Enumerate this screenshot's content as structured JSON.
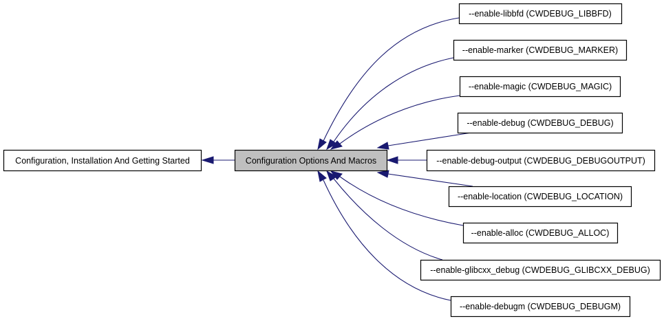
{
  "diagram": {
    "type": "collaboration-graph",
    "colors": {
      "edge": "#191970",
      "current_node_fill": "#bfbfbf",
      "node_fill": "#ffffff",
      "node_border": "#000000"
    },
    "nodes": [
      {
        "id": "parent",
        "label": "Configuration, Installation And Getting Started",
        "current": false
      },
      {
        "id": "current",
        "label": "Configuration Options And Macros",
        "current": true
      },
      {
        "id": "libbfd",
        "label": "--enable-libbfd (CWDEBUG_LIBBFD)",
        "current": false
      },
      {
        "id": "marker",
        "label": "--enable-marker (CWDEBUG_MARKER)",
        "current": false
      },
      {
        "id": "magic",
        "label": "--enable-magic (CWDEBUG_MAGIC)",
        "current": false
      },
      {
        "id": "debug",
        "label": "--enable-debug (CWDEBUG_DEBUG)",
        "current": false
      },
      {
        "id": "debug-output",
        "label": "--enable-debug-output (CWDEBUG_DEBUGOUTPUT)",
        "current": false
      },
      {
        "id": "location",
        "label": "--enable-location (CWDEBUG_LOCATION)",
        "current": false
      },
      {
        "id": "alloc",
        "label": "--enable-alloc (CWDEBUG_ALLOC)",
        "current": false
      },
      {
        "id": "glibcxx-debug",
        "label": "--enable-glibcxx_debug (CWDEBUG_GLIBCXX_DEBUG)",
        "current": false
      },
      {
        "id": "debugm",
        "label": "--enable-debugm (CWDEBUG_DEBUGM)",
        "current": false
      }
    ],
    "edges": [
      {
        "from": "current",
        "to": "parent"
      },
      {
        "from": "libbfd",
        "to": "current"
      },
      {
        "from": "marker",
        "to": "current"
      },
      {
        "from": "magic",
        "to": "current"
      },
      {
        "from": "debug",
        "to": "current"
      },
      {
        "from": "debug-output",
        "to": "current"
      },
      {
        "from": "location",
        "to": "current"
      },
      {
        "from": "alloc",
        "to": "current"
      },
      {
        "from": "glibcxx-debug",
        "to": "current"
      },
      {
        "from": "debugm",
        "to": "current"
      }
    ]
  }
}
